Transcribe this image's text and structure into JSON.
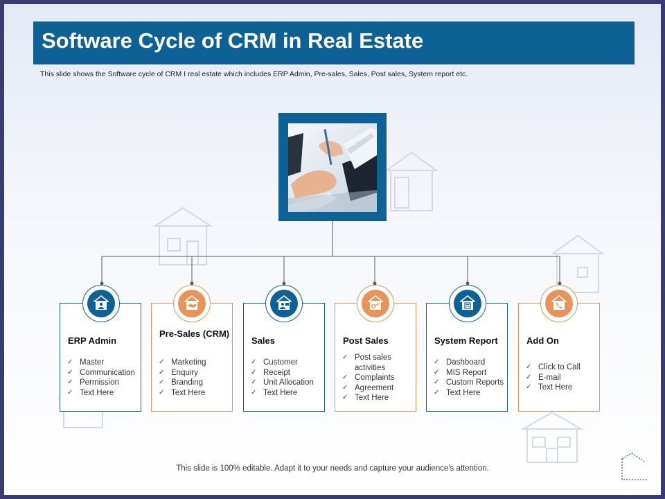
{
  "slide": {
    "title": "Software Cycle of CRM in Real Estate",
    "subtitle": "This slide shows the Software cycle of CRM I real estate which includes ERP Admin, Pre-sales, Sales, Post sales, System report etc.",
    "footer": "This slide is 100% editable. Adapt it to your needs and capture your audience's attention."
  },
  "colors": {
    "primary": "#0e6195",
    "accent": "#e8935a",
    "frame": "#3a3b6e"
  },
  "cards": [
    {
      "title": "ERP Admin",
      "theme": "blue",
      "icon": "house-user-icon",
      "items": [
        "Master",
        "Communication",
        "Permission",
        "Text Here"
      ]
    },
    {
      "title": "Pre-Sales (CRM)",
      "theme": "orange",
      "icon": "house-handshake-icon",
      "items": [
        "Marketing",
        "Enquiry",
        "Branding",
        "Text Here"
      ]
    },
    {
      "title": "Sales",
      "theme": "blue",
      "icon": "house-agent-icon",
      "items": [
        "Customer",
        "Receipt",
        "Unit Allocation",
        "Text Here"
      ]
    },
    {
      "title": "Post Sales",
      "theme": "orange",
      "icon": "house-key-icon",
      "items": [
        "Post sales activities",
        "Complaints",
        "Agreement",
        "Text Here"
      ]
    },
    {
      "title": "System Report",
      "theme": "blue",
      "icon": "house-report-icon",
      "items": [
        "Dashboard",
        "MIS Report",
        "Custom Reports",
        "Text Here"
      ]
    },
    {
      "title": "Add On",
      "theme": "orange",
      "icon": "house-phone-icon",
      "items": [
        "Click to Call",
        "E-mail",
        "Text Here"
      ]
    }
  ]
}
